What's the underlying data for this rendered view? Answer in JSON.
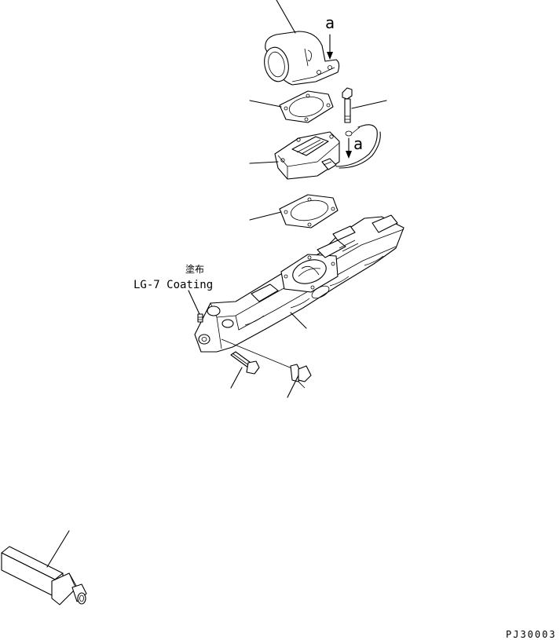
{
  "labels": {
    "view_marker_top": "a",
    "view_marker_sensor": "a",
    "coating_jp": "塗布",
    "coating_en": "LG-7 Coating",
    "drawing_code": "PJ30003"
  }
}
